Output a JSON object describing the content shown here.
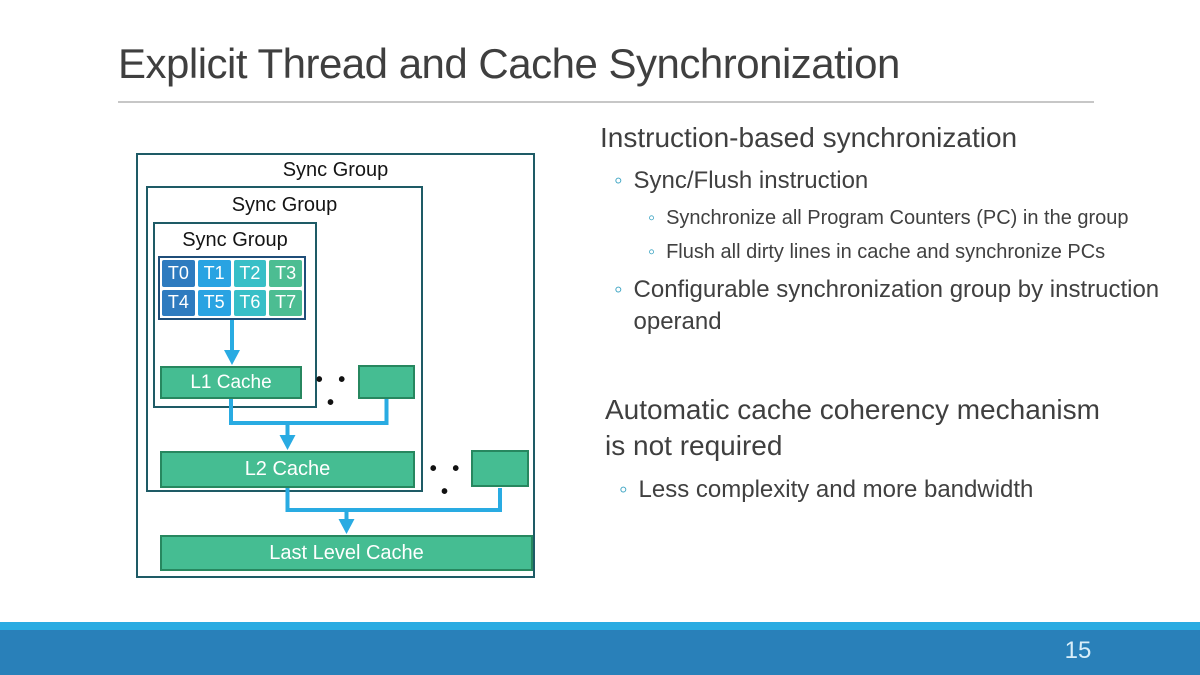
{
  "slide": {
    "title": "Explicit Thread and Cache Synchronization",
    "page_number": "15"
  },
  "colors": {
    "title_text": "#3f3f3f",
    "body_text": "#404040",
    "bullet_accent": "#3aa3c2",
    "connector_blue": "#29abe2",
    "footer_bar": "#2980b9",
    "footer_strip": "#29abe2",
    "sync_box_border": "#1e5b66",
    "cache_green_fill": "#45bd92",
    "cache_green_border": "#27875f",
    "thread_blue_dark": "#2e7bbf",
    "thread_blue_light": "#29a3e2",
    "thread_teal": "#38bfc7",
    "thread_green": "#4cbd92"
  },
  "diagram": {
    "outer_group_label": "Sync Group",
    "middle_group_label": "Sync Group",
    "inner_group_label": "Sync Group",
    "threads": [
      "T0",
      "T1",
      "T2",
      "T3",
      "T4",
      "T5",
      "T6",
      "T7"
    ],
    "l1_label": "L1 Cache",
    "l2_label": "L2 Cache",
    "llc_label": "Last Level Cache",
    "ellipsis": "• • •"
  },
  "content": {
    "bullet_icon": "◦",
    "instruction_section": {
      "heading": "Instruction-based synchronization",
      "item1": "Sync/Flush instruction",
      "item1_sub1": "Synchronize all Program Counters (PC) in the group",
      "item1_sub2": "Flush all dirty lines in cache and synchronize PCs",
      "item2": "Configurable synchronization group by instruction operand"
    },
    "coherency_section": {
      "heading": "Automatic cache coherency mechanism is not required",
      "item1": "Less complexity and more bandwidth"
    }
  }
}
